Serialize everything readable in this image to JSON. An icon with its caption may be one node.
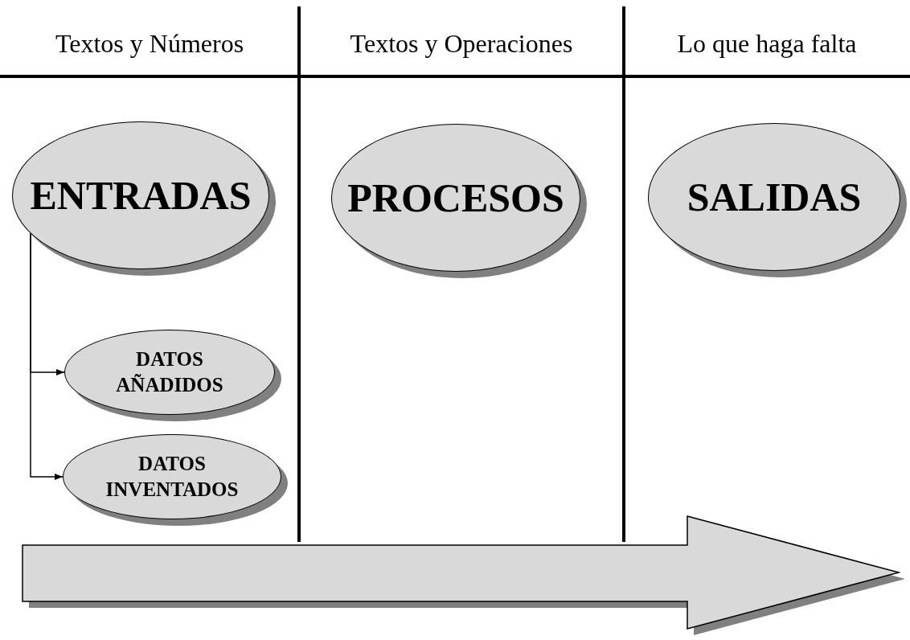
{
  "diagram": {
    "nodes": [
      {
        "text": [
          "ENTRADAS"
        ]
      },
      {
        "text": [
          "PROCESOS"
        ]
      },
      {
        "text": [
          "SALIDAS"
        ]
      },
      {
        "text": [
          "DATOS AÑADIDOS"
        ]
      },
      {
        "text": [
          "DATOS INVENTADOS"
        ]
      }
    ],
    "edges": [
      {
        "from": 0,
        "to": 3,
        "arrow": "to"
      },
      {
        "from": 0,
        "to": 4,
        "arrow": "to"
      }
    ],
    "labels": [
      "Textos y Números",
      "Textos y Operaciones",
      "Lo que haga falta"
    ]
  }
}
